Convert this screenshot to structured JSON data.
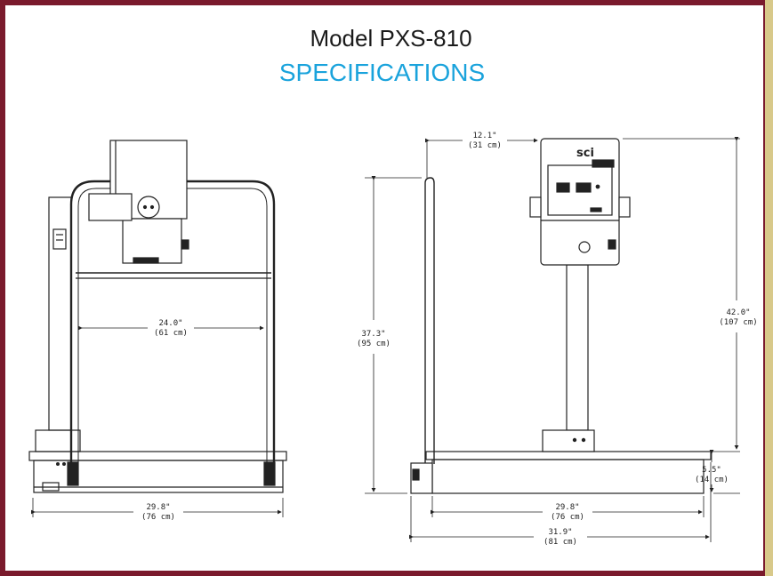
{
  "header": {
    "model": "Model PXS-810",
    "section": "SPECIFICATIONS"
  },
  "front_view": {
    "width_inner_in": "24.0\"",
    "width_inner_cm": "(61 cm)",
    "width_base_in": "29.8\"",
    "width_base_cm": "(76 cm)"
  },
  "side_view": {
    "depth_top_in": "12.1\"",
    "depth_top_cm": "(31 cm)",
    "rail_height_in": "37.3\"",
    "rail_height_cm": "(95 cm)",
    "total_height_in": "42.0\"",
    "total_height_cm": "(107 cm)",
    "platform_height_in": "5.5\"",
    "platform_height_cm": "(14 cm)",
    "platform_depth_in": "29.8\"",
    "platform_depth_cm": "(76 cm)",
    "overall_depth_in": "31.9\"",
    "overall_depth_cm": "(81 cm)"
  },
  "colors": {
    "border": "#7a1a2c",
    "accent_stripe": "#d8c98a",
    "title_blue": "#1aa3dc"
  }
}
